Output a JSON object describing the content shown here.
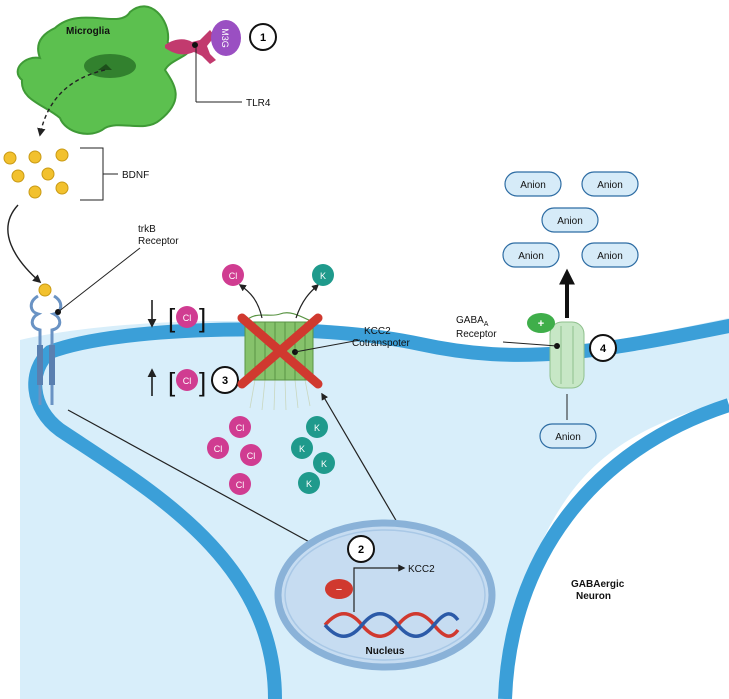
{
  "labels": {
    "microglia": "Microglia",
    "m3g": "M3G",
    "tlr4": "TLR4",
    "bdnf": "BDNF",
    "trkb_line1": "trkB",
    "trkb_line2": "Receptor",
    "kcc2_line1": "KCC2",
    "kcc2_line2": "Cotranspoter",
    "gaba_line1": "GABA",
    "gaba_sub": "A",
    "gaba_line2": "Receptor",
    "nucleus": "Nucleus",
    "kcc2_gene": "KCC2",
    "neuron_line1": "GABAergic",
    "neuron_line2": "Neuron",
    "cl": "Cl",
    "k": "K",
    "anion": "Anion",
    "plus": "+",
    "minus": "−"
  },
  "steps": [
    "1",
    "2",
    "3",
    "4"
  ],
  "colors": {
    "microglia_fill": "#5cc04f",
    "microglia_stroke": "#3f9a36",
    "m3g": "#9a4fc2",
    "receptor_pink": "#c23a6e",
    "bdnf": "#f2c12e",
    "membrane": "#3b9fd8",
    "cytoplasm": "#d8eefa",
    "chloride": "#d03c91",
    "potassium": "#1f9a8c",
    "kcc2": "#86c26b",
    "cross": "#d0392f",
    "anion_fill": "#d6ebf8",
    "anion_stroke": "#2d6ca3",
    "gaba": "#c7e7c6",
    "nucleus_fill": "#c6dcf1",
    "nucleus_stroke": "#8ab2d8",
    "dna_red": "#d0392f",
    "dna_blue": "#2b5aa8",
    "trkb": "#6a93c4"
  }
}
